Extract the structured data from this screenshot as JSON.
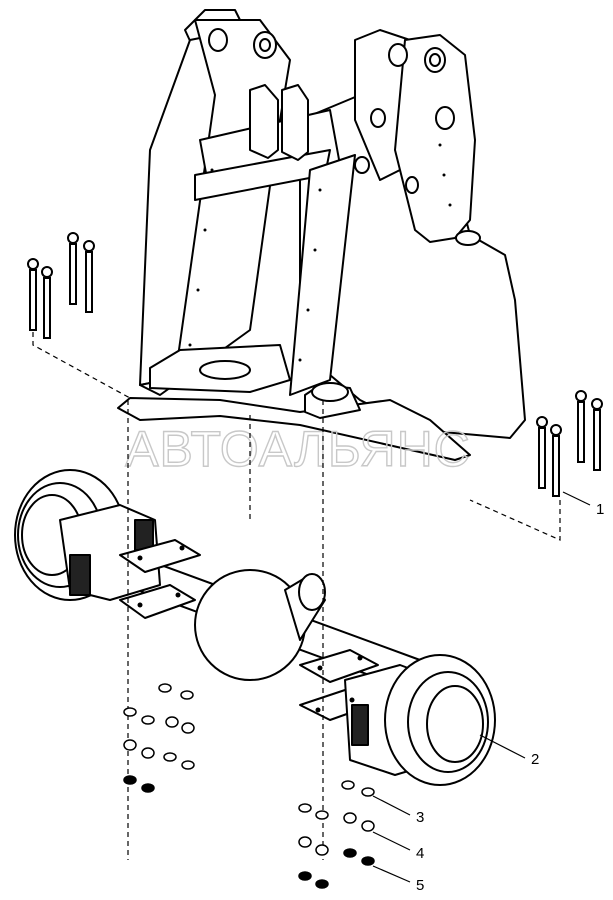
{
  "watermark": "АВТОАЛЬЯНС",
  "callouts": [
    {
      "label": "1",
      "part": "bolt"
    },
    {
      "label": "2",
      "part": "axle"
    },
    {
      "label": "3",
      "part": "washer"
    },
    {
      "label": "4",
      "part": "nut"
    },
    {
      "label": "5",
      "part": "lock-washer"
    }
  ]
}
